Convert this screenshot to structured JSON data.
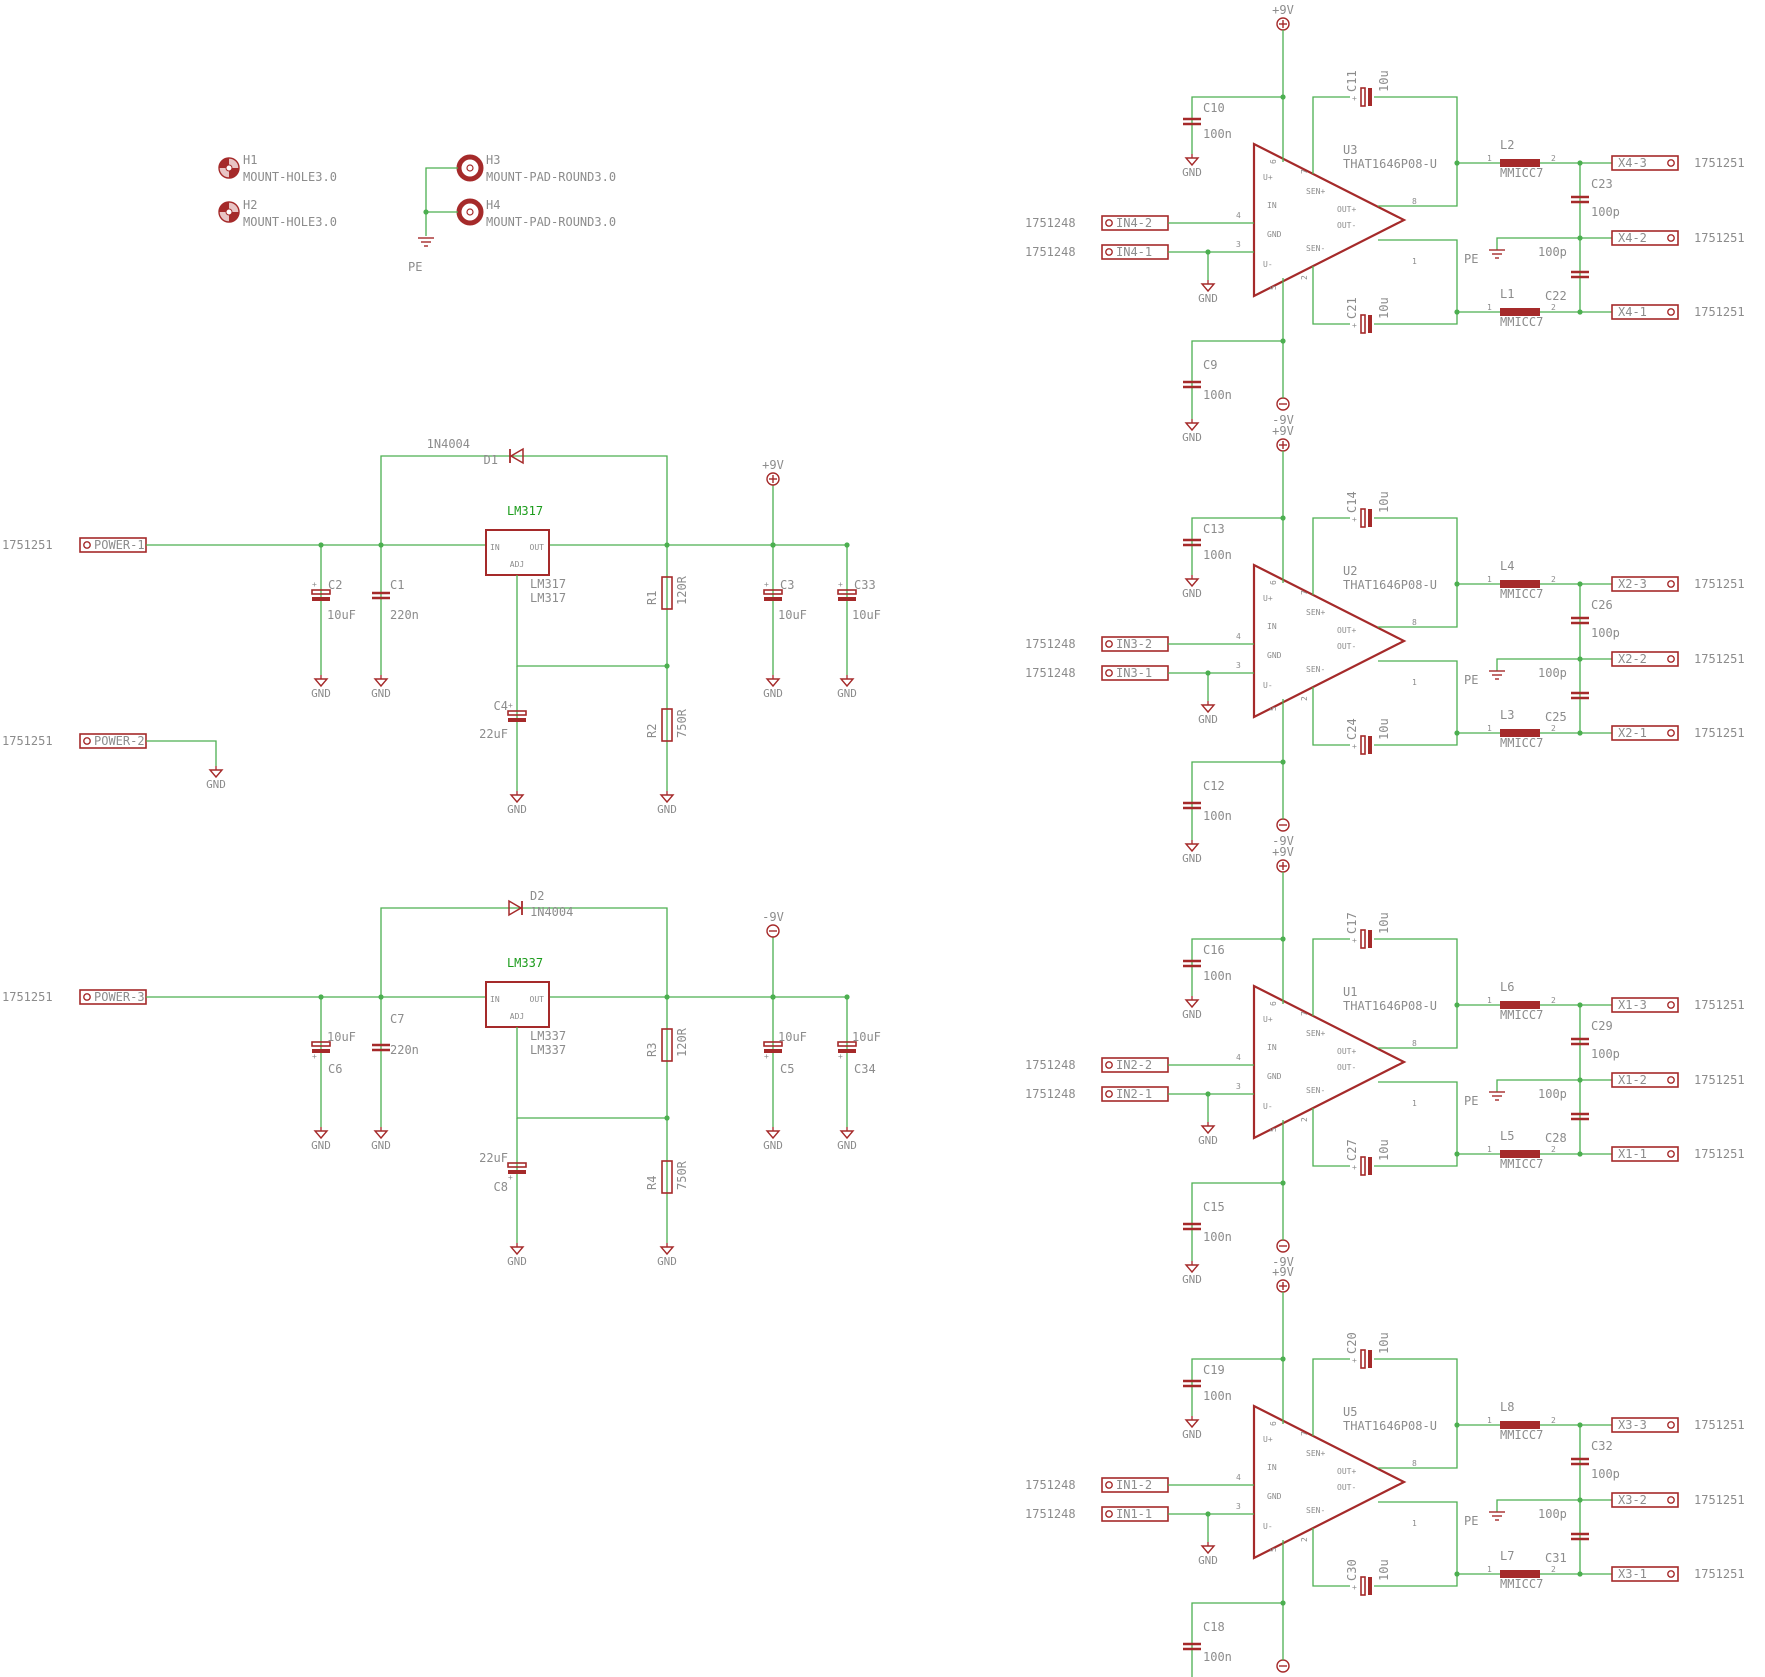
{
  "colors": {
    "wire": "#4caf50",
    "part": "#a52a2a",
    "label": "#8c8c8c",
    "value_green": "#1b9c1b",
    "background": "#ffffff"
  },
  "mounting": {
    "h1": {
      "name": "H1",
      "value": "MOUNT-HOLE3.0"
    },
    "h2": {
      "name": "H2",
      "value": "MOUNT-HOLE3.0"
    },
    "h3": {
      "name": "H3",
      "value": "MOUNT-PAD-ROUND3.0"
    },
    "h4": {
      "name": "H4",
      "value": "MOUNT-PAD-ROUND3.0"
    },
    "pe": "PE"
  },
  "common": {
    "gnd": "GND",
    "pos": "+9V",
    "neg": "-9V",
    "pe": "PE",
    "conn_in": "1751248",
    "conn_out": "1751251",
    "conn_pwr": "1751251",
    "pin_in": "IN",
    "pin_gnd": "GND",
    "pin_vp": "U+",
    "pin_vm": "U-",
    "pin_senp": "SEN+",
    "pin_senm": "SEN-",
    "pin_outp": "OUT+",
    "pin_outm": "OUT-",
    "pin_adj": "ADJ",
    "pin_out": "OUT",
    "one": "1",
    "two": "2",
    "p2": "2",
    "p3": "3",
    "p4": "4",
    "p5": "5",
    "p6": "6",
    "p7": "7",
    "p8": "8",
    "p1": "1"
  },
  "regulator_pos": {
    "conn_power": "POWER-1",
    "conn_power2": "POWER-2",
    "ic_value": "LM317",
    "ic_name": "LM317",
    "ic_name2": "LM317",
    "diode_name": "D1",
    "diode_value": "1N4004",
    "caps": [
      {
        "name": "C2",
        "value": "10uF"
      },
      {
        "name": "C1",
        "value": "220n"
      },
      {
        "name": "C3",
        "value": "10uF"
      },
      {
        "name": "C33",
        "value": "10uF"
      },
      {
        "name": "C4",
        "value": "22uF"
      }
    ],
    "r1": {
      "name": "R1",
      "value": "120R"
    },
    "r2": {
      "name": "R2",
      "value": "750R"
    }
  },
  "regulator_neg": {
    "conn_power": "POWER-3",
    "ic_value": "LM337",
    "ic_name": "LM337",
    "ic_name2": "LM337",
    "diode_name": "D2",
    "diode_value": "1N4004",
    "caps": [
      {
        "name": "C6",
        "value": "10uF"
      },
      {
        "name": "C7",
        "value": "220n"
      },
      {
        "name": "C5",
        "value": "10uF"
      },
      {
        "name": "C34",
        "value": "10uF"
      },
      {
        "name": "C8",
        "value": "22uF"
      }
    ],
    "r3": {
      "name": "R3",
      "value": "120R"
    },
    "r4": {
      "name": "R4",
      "value": "750R"
    }
  },
  "channels": [
    {
      "u": "U3",
      "u_value": "THAT1646P08-U",
      "c_top_bypass": "C10",
      "c_top_el": "C11",
      "c_bot_el": "C21",
      "c_bot_bypass": "C9",
      "l_top": "L2",
      "l_bot": "L1",
      "c_top_out": "C23",
      "c_bot_out": "C22",
      "in_a": "IN4-2",
      "in_b": "IN4-1",
      "x_a": "X4-3",
      "x_b": "X4-2",
      "x_c": "X4-1"
    },
    {
      "u": "U2",
      "u_value": "THAT1646P08-U",
      "c_top_bypass": "C13",
      "c_top_el": "C14",
      "c_bot_el": "C24",
      "c_bot_bypass": "C12",
      "l_top": "L4",
      "l_bot": "L3",
      "c_top_out": "C26",
      "c_bot_out": "C25",
      "in_a": "IN3-2",
      "in_b": "IN3-1",
      "x_a": "X2-3",
      "x_b": "X2-2",
      "x_c": "X2-1"
    },
    {
      "u": "U1",
      "u_value": "THAT1646P08-U",
      "c_top_bypass": "C16",
      "c_top_el": "C17",
      "c_bot_el": "C27",
      "c_bot_bypass": "C15",
      "l_top": "L6",
      "l_bot": "L5",
      "c_top_out": "C29",
      "c_bot_out": "C28",
      "in_a": "IN2-2",
      "in_b": "IN2-1",
      "x_a": "X1-3",
      "x_b": "X1-2",
      "x_c": "X1-1"
    },
    {
      "u": "U5",
      "u_value": "THAT1646P08-U",
      "c_top_bypass": "C19",
      "c_top_el": "C20",
      "c_bot_el": "C30",
      "c_bot_bypass": "C18",
      "l_top": "L8",
      "l_bot": "L7",
      "c_top_out": "C32",
      "c_bot_out": "C31",
      "in_a": "IN1-2",
      "in_b": "IN1-1",
      "x_a": "X3-3",
      "x_b": "X3-2",
      "x_c": "X3-1"
    }
  ],
  "channel_values": {
    "bypass": "100n",
    "el": "10u",
    "inductor": "MMICC7",
    "out_cap": "100p"
  }
}
